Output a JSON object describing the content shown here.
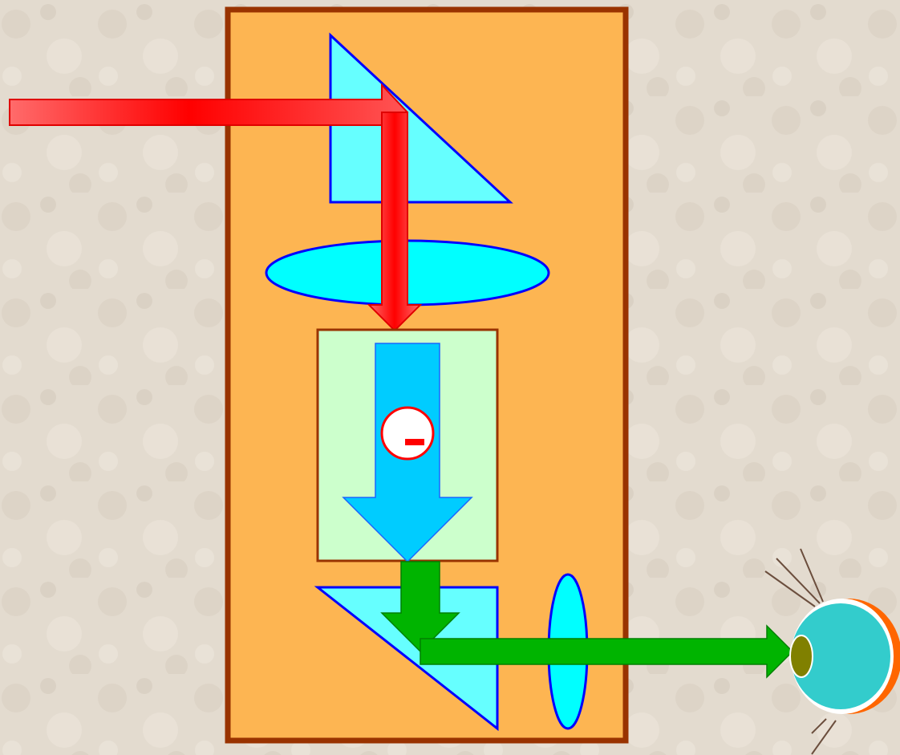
{
  "diagram": {
    "minus_sign": "-",
    "components": [
      "background",
      "instrument-housing",
      "prism-upper",
      "objective-lens",
      "sample-chamber",
      "prism-lower",
      "eyepiece-lens",
      "eye"
    ],
    "beams": [
      {
        "name": "incident-light",
        "color": "#ff0000"
      },
      {
        "name": "downward-light",
        "color": "#ff0000"
      },
      {
        "name": "electron-flow",
        "color": "#00ccff"
      },
      {
        "name": "signal-down",
        "color": "#00b400"
      },
      {
        "name": "signal-to-eye",
        "color": "#00b400"
      }
    ],
    "colors": {
      "background": "#e3dbcf",
      "housing_fill": "#fdb552",
      "housing_border": "#993300",
      "prism_fill": "#66ffff",
      "lens_fill": "#00ffff",
      "outline_blue": "#0000ff",
      "chamber_fill": "#ccffcc",
      "eye_iris": "#33cccc",
      "eye_pupil": "#808000",
      "eye_rim": "#ff6600"
    }
  }
}
